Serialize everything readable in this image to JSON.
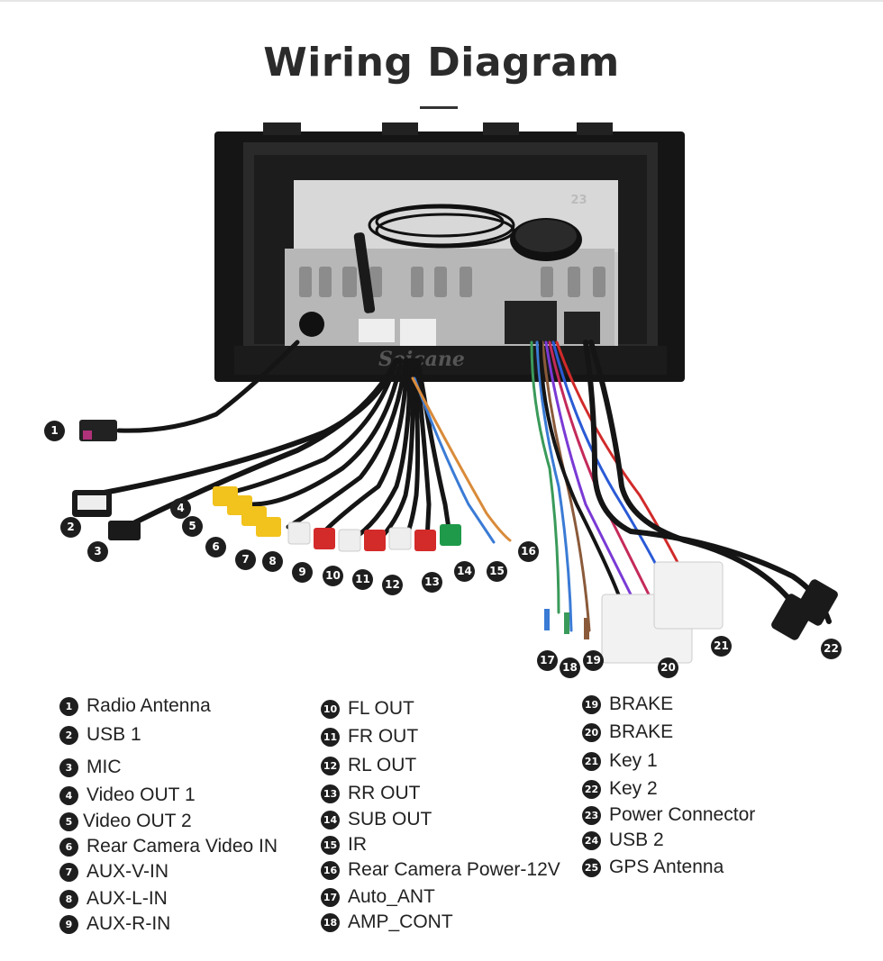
{
  "title": "Wiring Diagram",
  "watermark": "Seicane",
  "callouts": [
    "1",
    "2",
    "3",
    "4",
    "5",
    "6",
    "7",
    "8",
    "9",
    "10",
    "11",
    "12",
    "13",
    "14",
    "15",
    "16",
    "17",
    "18",
    "19",
    "20",
    "21",
    "22",
    "23"
  ],
  "legend": [
    {
      "num": "1",
      "label": "Radio Antenna"
    },
    {
      "num": "2",
      "label": "USB 1"
    },
    {
      "num": "3",
      "label": "MIC"
    },
    {
      "num": "4",
      "label": "Video OUT 1"
    },
    {
      "num": "5",
      "label": "Video OUT 2"
    },
    {
      "num": "6",
      "label": "Rear Camera Video IN"
    },
    {
      "num": "7",
      "label": "AUX-V-IN"
    },
    {
      "num": "8",
      "label": "AUX-L-IN"
    },
    {
      "num": "9",
      "label": "AUX-R-IN"
    },
    {
      "num": "10",
      "label": "FL OUT"
    },
    {
      "num": "11",
      "label": "FR OUT"
    },
    {
      "num": "12",
      "label": "RL OUT"
    },
    {
      "num": "13",
      "label": "RR OUT"
    },
    {
      "num": "14",
      "label": "SUB OUT"
    },
    {
      "num": "15",
      "label": "IR"
    },
    {
      "num": "16",
      "label": "Rear Camera Power-12V"
    },
    {
      "num": "17",
      "label": "Auto_ANT"
    },
    {
      "num": "18",
      "label": "AMP_CONT"
    },
    {
      "num": "19",
      "label": "BRAKE"
    },
    {
      "num": "20",
      "label": "BRAKE"
    },
    {
      "num": "21",
      "label": "Key 1"
    },
    {
      "num": "22",
      "label": "Key 2"
    },
    {
      "num": "23",
      "label": "Power Connector"
    },
    {
      "num": "24",
      "label": "USB 2"
    },
    {
      "num": "25",
      "label": "GPS Antenna"
    }
  ]
}
